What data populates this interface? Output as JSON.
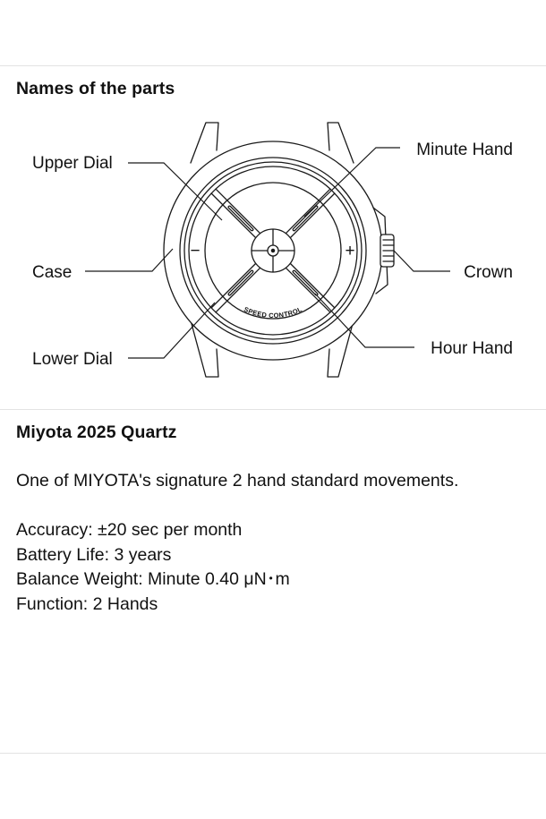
{
  "parts_section": {
    "title": "Names of the parts",
    "labels": {
      "upper_dial": "Upper Dial",
      "case": "Case",
      "lower_dial": "Lower Dial",
      "minute_hand": "Minute Hand",
      "crown": "Crown",
      "hour_hand": "Hour Hand"
    },
    "dial_markings": {
      "minus": "−",
      "plus": "+",
      "speed_control": "SPEED CONTROL"
    }
  },
  "spec_section": {
    "title": "Miyota 2025 Quartz",
    "description": "One of MIYOTA's signature 2 hand standard movements.",
    "specs": [
      "Accuracy: ±20 sec per month",
      "Battery Life: 3 years",
      "Balance Weight: Minute 0.40 μN･m",
      "Function: 2 Hands"
    ]
  }
}
